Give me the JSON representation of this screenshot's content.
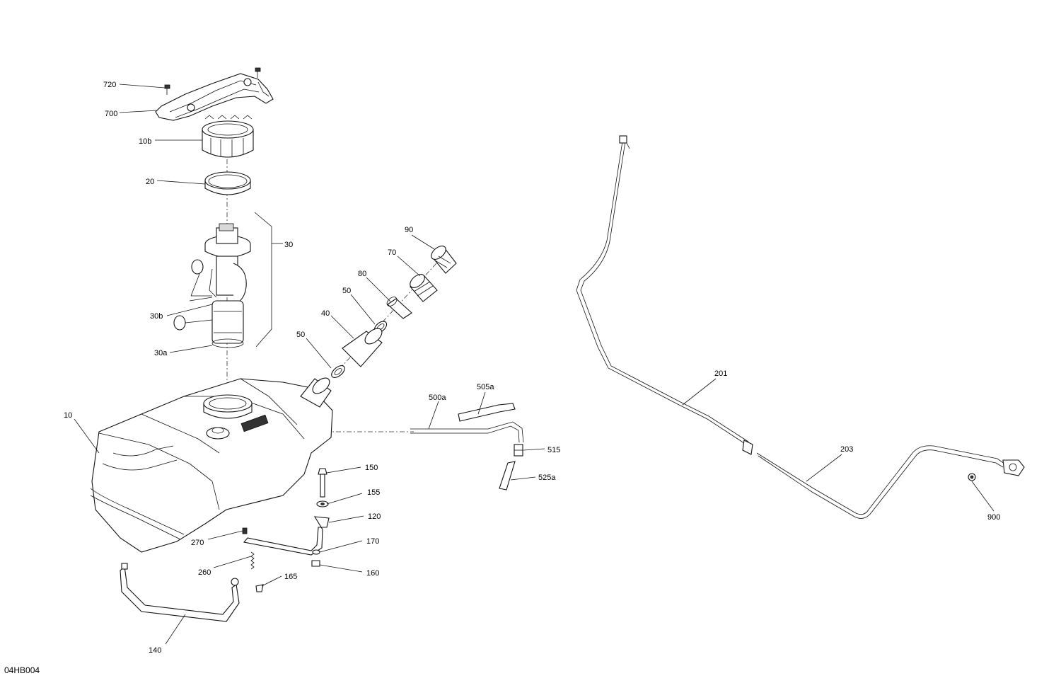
{
  "drawing_code": "04HB004",
  "callouts": {
    "c720": "720",
    "c700": "700",
    "c10b": "10b",
    "c20": "20",
    "c30": "30",
    "c30b": "30b",
    "c30a": "30a",
    "c90": "90",
    "c70": "70",
    "c80": "80",
    "c50_upper": "50",
    "c40": "40",
    "c50_lower": "50",
    "c10": "10",
    "c500a": "500a",
    "c505a": "505a",
    "c515": "515",
    "c525a": "525a",
    "c150": "150",
    "c155": "155",
    "c120": "120",
    "c270": "270",
    "c170": "170",
    "c260": "260",
    "c165": "165",
    "c160": "160",
    "c140": "140",
    "c201": "201",
    "c203": "203",
    "c900": "900"
  }
}
